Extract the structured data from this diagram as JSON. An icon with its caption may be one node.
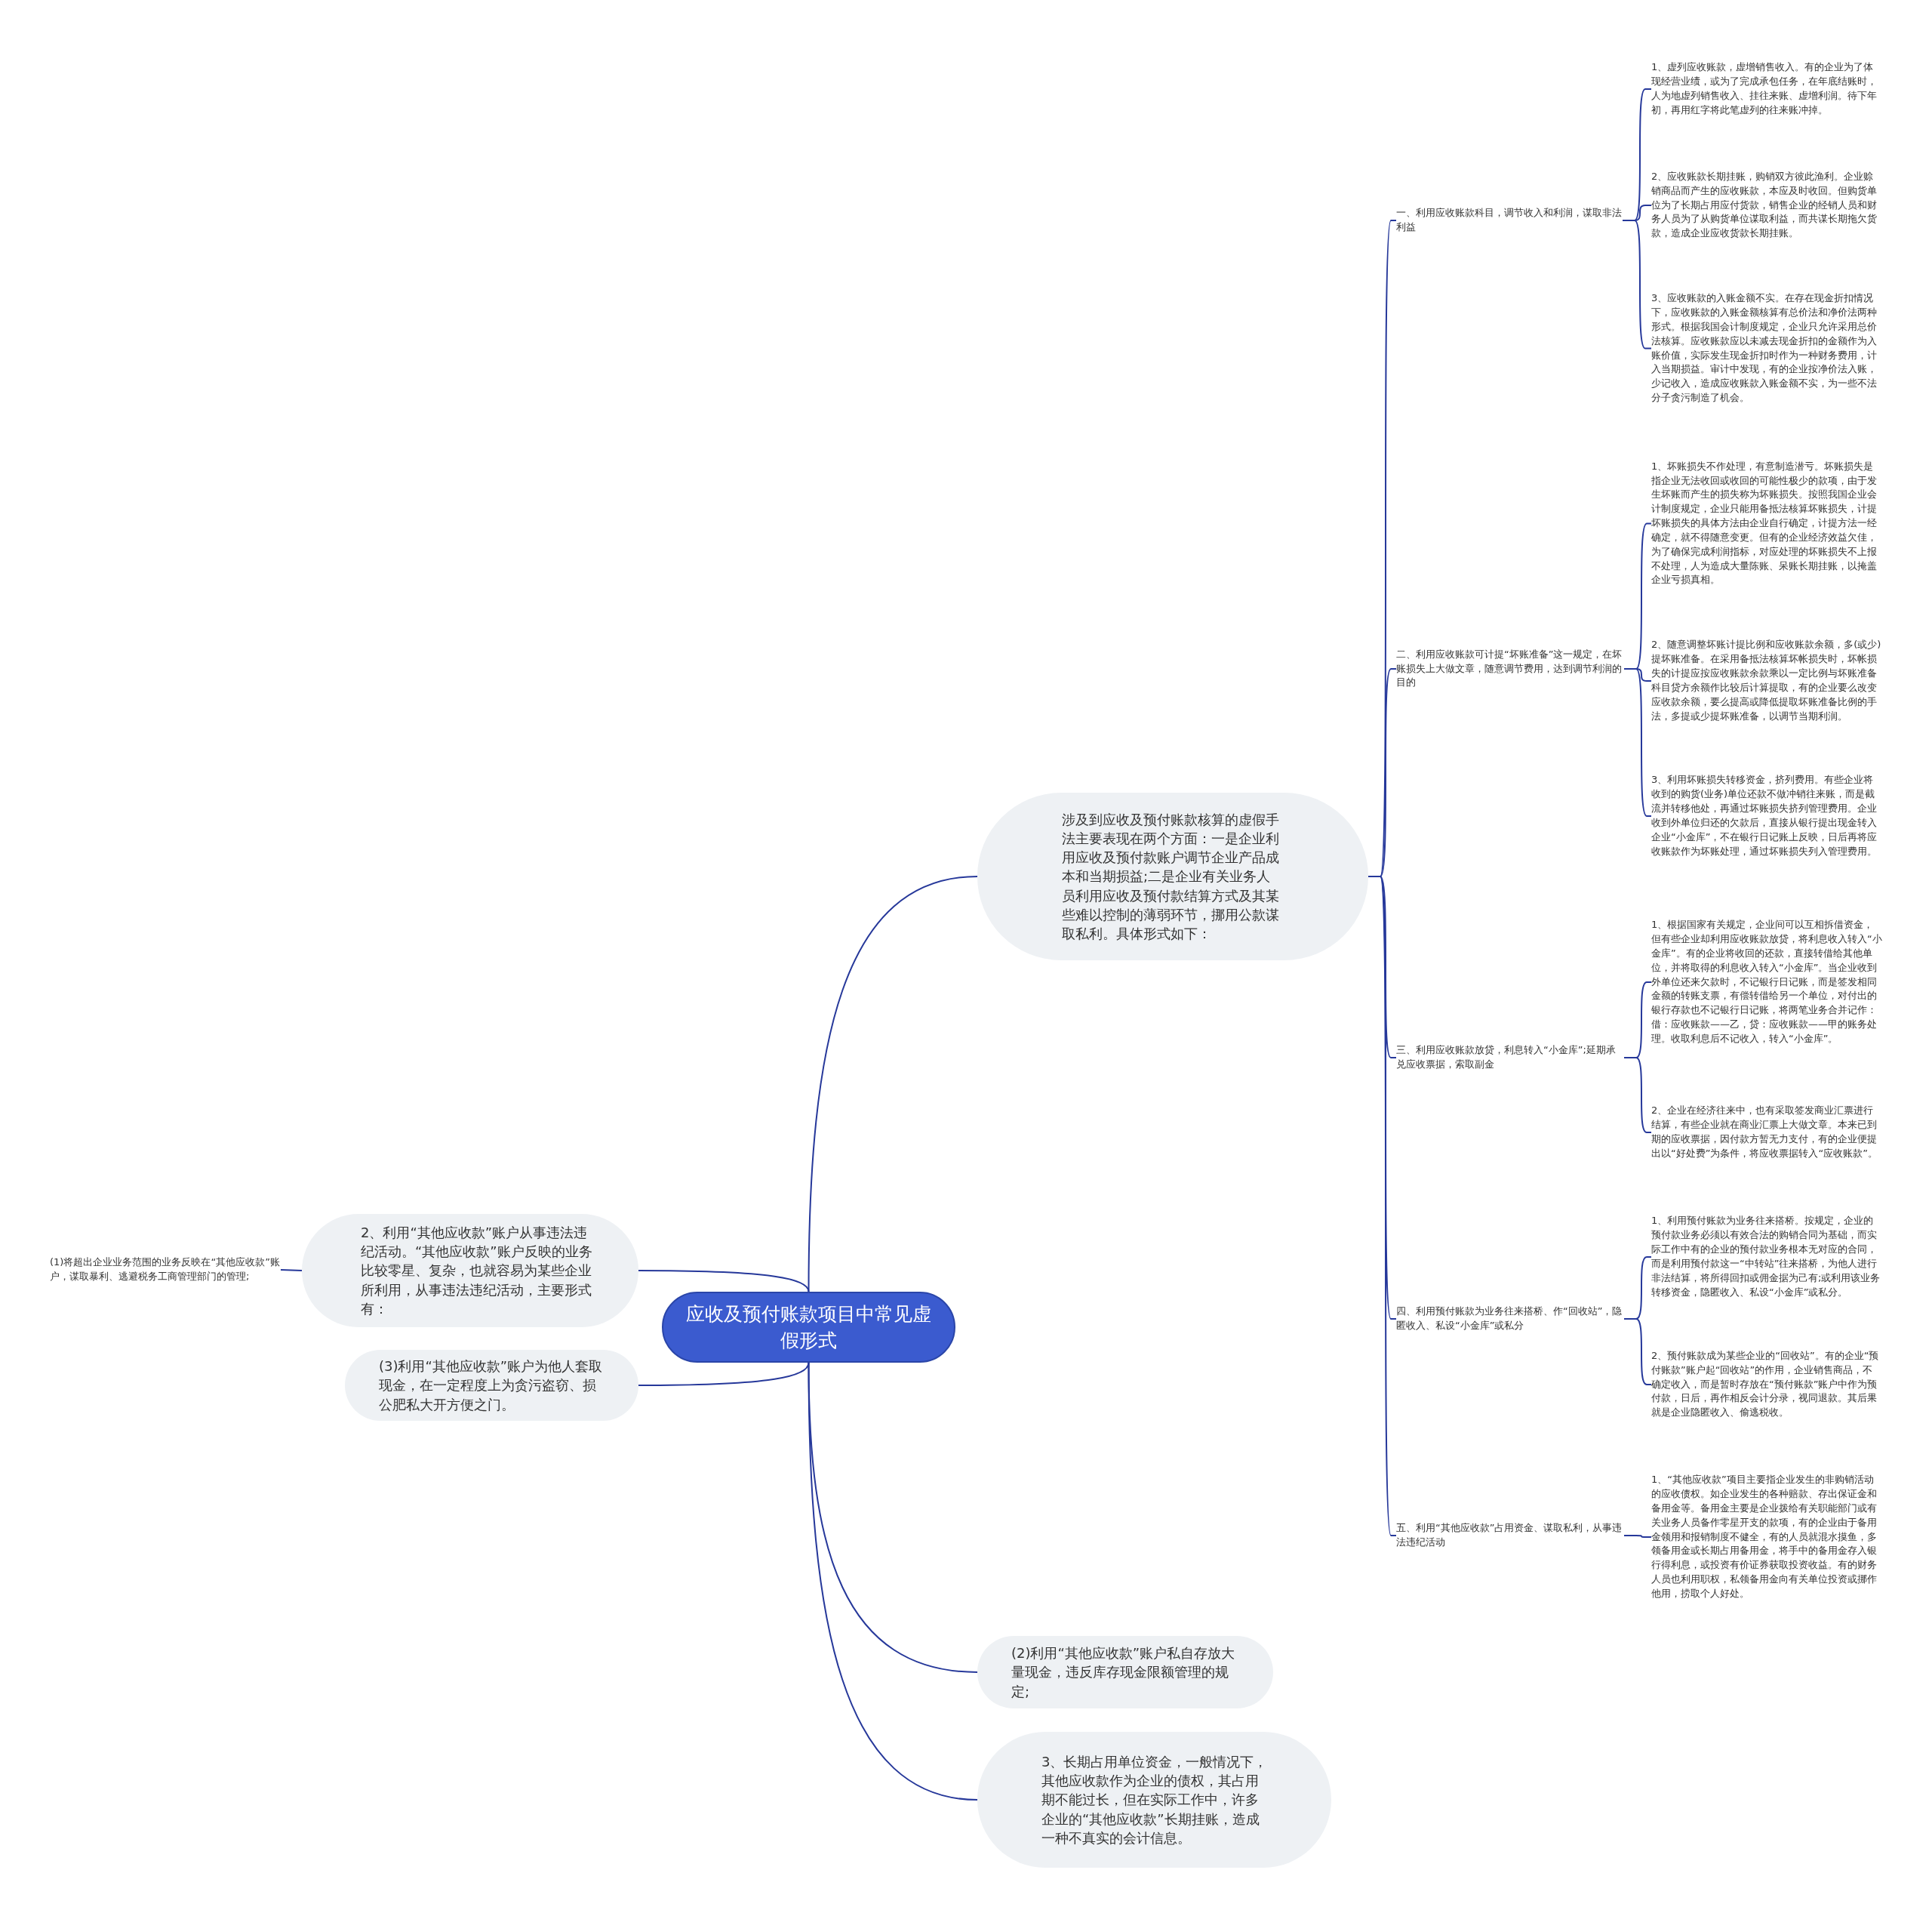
{
  "diagram": {
    "nodes": [
      {
        "text": [
          "应收及预付账款项目中常见虚假形式"
        ]
      },
      {
        "text": [
          "涉及到应收及预付账款核算的虚假手法主要表现在两个方面：一是企业利用应收及预付款账户调节企业产品成本和当期损益;二是企业有关业务人员利用应收及预付款结算方式及其某些难以控制的薄弱环节，挪用公款谋取私利。具体形式如下："
        ]
      },
      {
        "text": [
          "2、利用“其他应收款”账户从事违法违纪活动。“其他应收款”账户反映的业务比较零星、复杂，也就容易为某些企业所利用，从事违法违纪活动，主要形式有："
        ]
      },
      {
        "text": [
          "(1)将超出企业业务范围的业务反映在“其他应收款”账户，谋取暴利、逃避税务工商管理部门的管理;"
        ]
      },
      {
        "text": [
          "(3)利用“其他应收款”账户为他人套取现金，在一定程度上为贪污盗窃、损公肥私大开方便之门。"
        ]
      },
      {
        "text": [
          "(2)利用“其他应收款”账户私自存放大量现金，违反库存现金限额管理的规定;"
        ]
      },
      {
        "text": [
          "3、长期占用单位资金，一般情况下，其他应收款作为企业的债权，其占用期不能过长，但在实际工作中，许多企业的“其他应收款”长期挂账，造成一种不真实的会计信息。"
        ]
      },
      {
        "text": [
          "一、利用应收账款科目，调节收入和利润，谋取非法利益"
        ]
      },
      {
        "text": [
          "二、利用应收账款可计提“坏账准备”这一规定，在坏账损失上大做文章，随意调节费用，达到调节利润的目的"
        ]
      },
      {
        "text": [
          "三、利用应收账款放贷，利息转入“小金库”;延期承兑应收票据，索取副金"
        ]
      },
      {
        "text": [
          "四、利用预付账款为业务往来搭桥、作“回收站”，隐匿收入、私设“小金库”或私分"
        ]
      },
      {
        "text": [
          "五、利用“其他应收款”占用资金、谋取私利，从事违法违纪活动"
        ]
      },
      {
        "text": [
          "1、虚列应收账款，虚增销售收入。有的企业为了体现经营业绩，或为了完成承包任务，在年底结账时，人为地虚列销售收入、挂往来账、虚增利润。待下年初，再用红字将此笔虚列的往来账冲掉。"
        ]
      },
      {
        "text": [
          "2、应收账款长期挂账，购销双方彼此渔利。企业赊销商品而产生的应收账款，本应及时收回。但购货单位为了长期占用应付货款，销售企业的经销人员和财务人员为了从购货单位谋取利益，而共谋长期拖欠货款，造成企业应收货款长期挂账。"
        ]
      },
      {
        "text": [
          "3、应收账款的入账金额不实。在存在现金折扣情况下，应收账款的入账金额核算有总价法和净价法两种形式。根据我国会计制度规定，企业只允许采用总价法核算。应收账款应以未减去现金折扣的金额作为入账价值，实际发生现金折扣时作为一种财务费用，计入当期损益。审计中发现，有的企业按净价法入账，少记收入，造成应收账款入账金额不实，为一些不法分子贪污制造了机会。"
        ]
      },
      {
        "text": [
          "1、坏账损失不作处理，有意制造潜亏。坏账损失是指企业无法收回或收回的可能性极少的款项，由于发生坏账而产生的损失称为坏账损失。按照我国企业会计制度规定，企业只能用备抵法核算坏账损失，计提坏账损失的具体方法由企业自行确定，计提方法一经确定，就不得随意变更。但有的企业经济效益欠佳，为了确保完成利润指标，对应处理的坏账损失不上报不处理，人为造成大量陈账、呆账长期挂账，以掩盖企业亏损真相。"
        ]
      },
      {
        "text": [
          "2、随意调整坏账计提比例和应收账款余额，多(或少)提坏账准备。在采用备抵法核算坏帐损失时，坏帐损失的计提应按应收账款余款乘以一定比例与坏账准备科目贷方余额作比较后计算提取，有的企业要么改变应收款余额，要么提高或降低提取坏账准备比例的手法，多提或少提坏账准备，以调节当期利润。"
        ]
      },
      {
        "text": [
          "3、利用坏账损失转移资金，挤列费用。有些企业将收到的购货(业务)单位还款不做冲销往来账，而是截流并转移他处，再通过坏账损失挤列管理费用。企业收到外单位归还的欠款后，直接从银行提出现金转入企业“小金库”，不在银行日记账上反映，日后再将应收账款作为坏账处理，通过坏账损失列入管理费用。"
        ]
      },
      {
        "text": [
          "1、根据国家有关规定，企业间可以互相拆借资金，但有些企业却利用应收账款放贷，将利息收入转入“小金库”。有的企业将收回的还款，直接转借给其他单位，并将取得的利息收入转入“小金库”。当企业收到外单位还来欠款时，不记银行日记账，而是签发相同金额的转账支票，有偿转借给另一个单位，对付出的银行存款也不记银行日记账，将两笔业务合并记作：借：应收账款——乙，贷：应收账款——甲的账务处理。收取利息后不记收入，转入“小金库”。"
        ]
      },
      {
        "text": [
          "2、企业在经济往来中，也有采取签发商业汇票进行结算，有些企业就在商业汇票上大做文章。本来已到期的应收票据，因付款方暂无力支付，有的企业便提出以“好处费”为条件，将应收票据转入“应收账款”。"
        ]
      },
      {
        "text": [
          "1、利用预付账款为业务往来搭桥。按规定，企业的预付款业务必须以有效合法的购销合同为基础，而实际工作中有的企业的预付款业务根本无对应的合同，而是利用预付款这一“中转站”往来搭桥，为他人进行非法结算，将所得回扣或佣金据为己有;或利用该业务转移资金，隐匿收入、私设“小金库”或私分。"
        ]
      },
      {
        "text": [
          "2、预付账款成为某些企业的“回收站”。有的企业“预付账款”账户起“回收站”的作用，企业销售商品，不确定收入，而是暂时存放在“预付账款”账户中作为预付款，日后，再作相反会计分录，视同退款。其后果就是企业隐匿收入、偷逃税收。"
        ]
      },
      {
        "text": [
          "1、“其他应收款”项目主要指企业发生的非购销活动的应收债权。如企业发生的各种赔款、存出保证金和备用金等。备用金主要是企业拨给有关职能部门或有关业务人员备作零星开支的款项，有的企业由于备用金领用和报销制度不健全，有的人员就混水摸鱼，多领备用金或长期占用备用金，将手中的备用金存入银行得利息，或投资有价证券获取投资收益。有的财务人员也利用职权，私领备用金向有关单位投资或挪作他用，捞取个人好处。"
        ]
      }
    ],
    "edges": [
      {
        "from": 0,
        "to": 1,
        "arrow": "none"
      },
      {
        "from": 0,
        "to": 2,
        "arrow": "none"
      },
      {
        "from": 2,
        "to": 3,
        "arrow": "none"
      },
      {
        "from": 0,
        "to": 4,
        "arrow": "none"
      },
      {
        "from": 0,
        "to": 5,
        "arrow": "none"
      },
      {
        "from": 0,
        "to": 6,
        "arrow": "none"
      },
      {
        "from": 1,
        "to": 7,
        "arrow": "none"
      },
      {
        "from": 1,
        "to": 8,
        "arrow": "none"
      },
      {
        "from": 1,
        "to": 9,
        "arrow": "none"
      },
      {
        "from": 1,
        "to": 10,
        "arrow": "none"
      },
      {
        "from": 1,
        "to": 11,
        "arrow": "none"
      },
      {
        "from": 7,
        "to": 12,
        "arrow": "none"
      },
      {
        "from": 7,
        "to": 13,
        "arrow": "none"
      },
      {
        "from": 7,
        "to": 14,
        "arrow": "none"
      },
      {
        "from": 8,
        "to": 15,
        "arrow": "none"
      },
      {
        "from": 8,
        "to": 16,
        "arrow": "none"
      },
      {
        "from": 8,
        "to": 17,
        "arrow": "none"
      },
      {
        "from": 9,
        "to": 18,
        "arrow": "none"
      },
      {
        "from": 9,
        "to": 19,
        "arrow": "none"
      },
      {
        "from": 10,
        "to": 20,
        "arrow": "none"
      },
      {
        "from": 10,
        "to": 21,
        "arrow": "none"
      },
      {
        "from": 11,
        "to": 22,
        "arrow": "none"
      }
    ]
  }
}
